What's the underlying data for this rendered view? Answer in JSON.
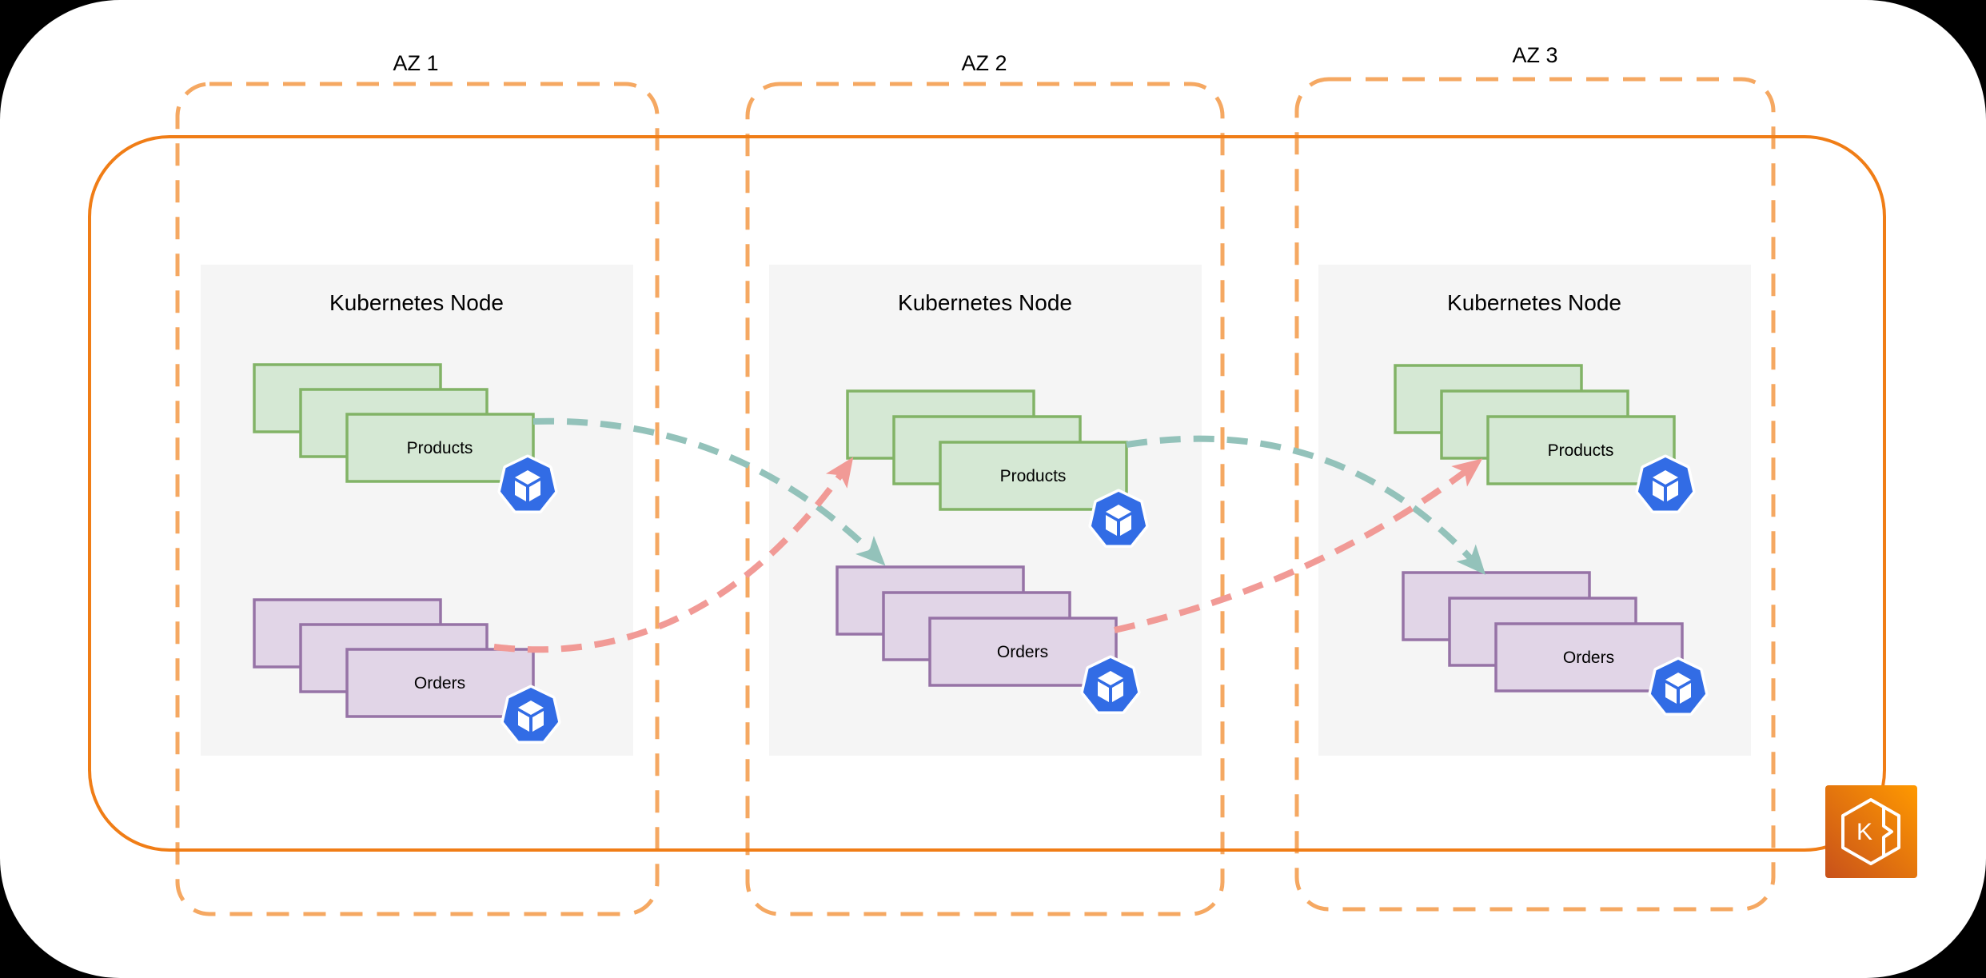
{
  "diagram": {
    "title_hint": "Kubernetes cluster spread across three availability zones",
    "zones": [
      {
        "label": "AZ 1"
      },
      {
        "label": "AZ 2"
      },
      {
        "label": "AZ 3"
      }
    ],
    "nodes": [
      {
        "title": "Kubernetes Node",
        "services": [
          {
            "name": "Products"
          },
          {
            "name": "Orders"
          }
        ]
      },
      {
        "title": "Kubernetes Node",
        "services": [
          {
            "name": "Products"
          },
          {
            "name": "Orders"
          }
        ]
      },
      {
        "title": "Kubernetes Node",
        "services": [
          {
            "name": "Products"
          },
          {
            "name": "Orders"
          }
        ]
      }
    ],
    "arrows": [
      {
        "from": "az1-products",
        "to": "az2-orders",
        "style": "dashed",
        "color_role": "teal"
      },
      {
        "from": "az1-orders",
        "to": "az2-products",
        "style": "dashed",
        "color_role": "pink"
      },
      {
        "from": "az2-products",
        "to": "az3-orders",
        "style": "dashed",
        "color_role": "teal"
      },
      {
        "from": "az2-orders",
        "to": "az3-products",
        "style": "dashed",
        "color_role": "pink"
      }
    ],
    "icons": {
      "pod": "kubernetes-pod",
      "eks": "amazon-eks",
      "eks_letter": "K"
    },
    "colors": {
      "background": "#000000",
      "surface": "#ffffff",
      "az_border": "#f5a862",
      "cluster_border": "#f07d16",
      "node_fill": "#f5f5f5",
      "products_fill": "#d5e8d4",
      "products_border": "#82b366",
      "orders_fill": "#e1d5e7",
      "orders_border": "#9673a6",
      "teal_arrow": "#93c2ba",
      "pink_arrow": "#f19a96",
      "pod_blue": "#326ce5",
      "eks_grad_start": "#c8511b",
      "eks_grad_end": "#ff9900"
    }
  }
}
